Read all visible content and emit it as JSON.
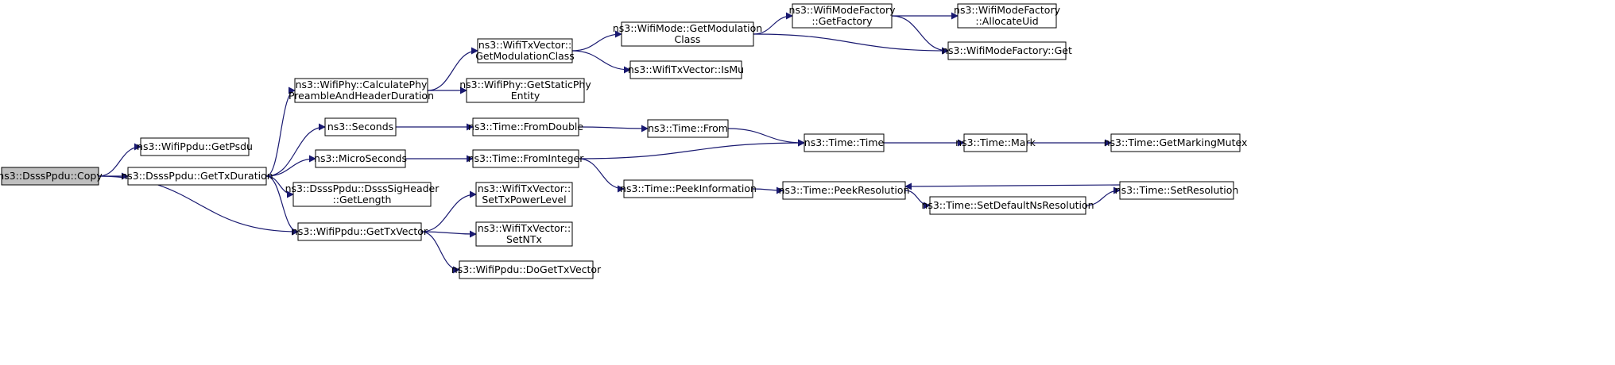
{
  "diagram": {
    "edge_color": "#191970",
    "root_fill": "#bfbfbf",
    "nodes": [
      {
        "id": "copy",
        "lines": [
          "ns3::DsssPpdu::Copy"
        ]
      },
      {
        "id": "getpsdu",
        "lines": [
          "ns3::WifiPpdu::GetPsdu"
        ]
      },
      {
        "id": "gettxduration",
        "lines": [
          "ns3::DsssPpdu::GetTxDuration"
        ]
      },
      {
        "id": "gettxvector",
        "lines": [
          "ns3::WifiPpdu::GetTxVector"
        ]
      },
      {
        "id": "calcphy",
        "lines": [
          "ns3::WifiPhy::CalculatePhy",
          "PreambleAndHeaderDuration"
        ]
      },
      {
        "id": "seconds",
        "lines": [
          "ns3::Seconds"
        ]
      },
      {
        "id": "microseconds",
        "lines": [
          "ns3::MicroSeconds"
        ]
      },
      {
        "id": "siglength",
        "lines": [
          "ns3::DsssPpdu::DsssSigHeader",
          "::GetLength"
        ]
      },
      {
        "id": "getmodclass",
        "lines": [
          "ns3::WifiTxVector::",
          "GetModulationClass"
        ]
      },
      {
        "id": "staticphy",
        "lines": [
          "ns3::WifiPhy::GetStaticPhy",
          "Entity"
        ]
      },
      {
        "id": "fromdouble",
        "lines": [
          "ns3::Time::FromDouble"
        ]
      },
      {
        "id": "frominteger",
        "lines": [
          "ns3::Time::FromInteger"
        ]
      },
      {
        "id": "settxpower",
        "lines": [
          "ns3::WifiTxVector::",
          "SetTxPowerLevel"
        ]
      },
      {
        "id": "setntx",
        "lines": [
          "ns3::WifiTxVector::",
          "SetNTx"
        ]
      },
      {
        "id": "dogettxvector",
        "lines": [
          "ns3::WifiPpdu::DoGetTxVector"
        ]
      },
      {
        "id": "modegetmod",
        "lines": [
          "ns3::WifiMode::GetModulation",
          "Class"
        ]
      },
      {
        "id": "ismu",
        "lines": [
          "ns3::WifiTxVector::IsMu"
        ]
      },
      {
        "id": "timefrom",
        "lines": [
          "ns3::Time::From"
        ]
      },
      {
        "id": "peekinfo",
        "lines": [
          "ns3::Time::PeekInformation"
        ]
      },
      {
        "id": "factoryget",
        "lines": [
          "ns3::WifiModeFactory",
          "::GetFactory"
        ]
      },
      {
        "id": "timetime",
        "lines": [
          "ns3::Time::Time"
        ]
      },
      {
        "id": "peekres",
        "lines": [
          "ns3::Time::PeekResolution"
        ]
      },
      {
        "id": "allocuid",
        "lines": [
          "ns3::WifiModeFactory",
          "::AllocateUid"
        ]
      },
      {
        "id": "mfget",
        "lines": [
          "ns3::WifiModeFactory::Get"
        ]
      },
      {
        "id": "mark",
        "lines": [
          "ns3::Time::Mark"
        ]
      },
      {
        "id": "setdefault",
        "lines": [
          "ns3::Time::SetDefaultNsResolution"
        ]
      },
      {
        "id": "getmarking",
        "lines": [
          "ns3::Time::GetMarkingMutex"
        ]
      },
      {
        "id": "setres",
        "lines": [
          "ns3::Time::SetResolution"
        ]
      }
    ],
    "edges": [
      [
        "copy",
        "getpsdu"
      ],
      [
        "copy",
        "gettxduration"
      ],
      [
        "copy",
        "gettxvector"
      ],
      [
        "gettxduration",
        "calcphy"
      ],
      [
        "gettxduration",
        "seconds"
      ],
      [
        "gettxduration",
        "microseconds"
      ],
      [
        "gettxduration",
        "siglength"
      ],
      [
        "gettxduration",
        "gettxvector"
      ],
      [
        "calcphy",
        "getmodclass"
      ],
      [
        "calcphy",
        "staticphy"
      ],
      [
        "getmodclass",
        "modegetmod"
      ],
      [
        "getmodclass",
        "ismu"
      ],
      [
        "modegetmod",
        "factoryget"
      ],
      [
        "modegetmod",
        "mfget"
      ],
      [
        "factoryget",
        "allocuid"
      ],
      [
        "factoryget",
        "mfget"
      ],
      [
        "seconds",
        "fromdouble"
      ],
      [
        "fromdouble",
        "timefrom"
      ],
      [
        "timefrom",
        "timetime"
      ],
      [
        "microseconds",
        "frominteger"
      ],
      [
        "frominteger",
        "timetime"
      ],
      [
        "frominteger",
        "peekinfo"
      ],
      [
        "timetime",
        "mark"
      ],
      [
        "mark",
        "getmarking"
      ],
      [
        "peekinfo",
        "peekres"
      ],
      [
        "peekres",
        "setdefault"
      ],
      [
        "setdefault",
        "setres"
      ],
      [
        "setres",
        "peekres"
      ],
      [
        "gettxvector",
        "settxpower"
      ],
      [
        "gettxvector",
        "setntx"
      ],
      [
        "gettxvector",
        "dogettxvector"
      ]
    ]
  }
}
